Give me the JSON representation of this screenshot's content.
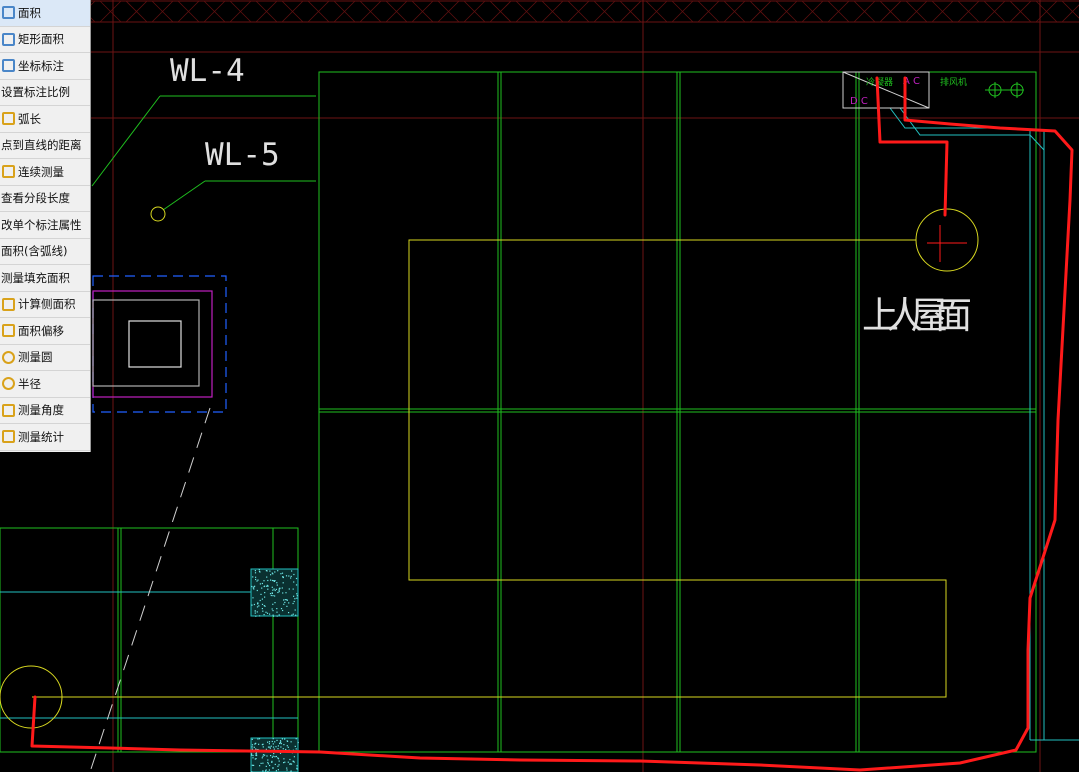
{
  "menu": {
    "items": [
      {
        "label": "面积",
        "icon": "area-icon",
        "color": "#4a86c8",
        "indent": "left:5px"
      },
      {
        "label": "矩形面积",
        "icon": "rect-area-icon",
        "color": "#4a86c8"
      },
      {
        "label": "坐标标注",
        "icon": "coordinate-icon",
        "color": "#4a86c8"
      },
      {
        "label": "设置标注比例",
        "icon": "",
        "color": ""
      },
      {
        "label": "弧长",
        "icon": "arc-icon",
        "color": "#d9a21b"
      },
      {
        "label": "点到直线的距离",
        "icon": "",
        "color": ""
      },
      {
        "label": "连续测量",
        "icon": "continuous-measure-icon",
        "color": "#d9a21b"
      },
      {
        "label": "查看分段长度",
        "icon": "",
        "color": ""
      },
      {
        "label": "改单个标注属性",
        "icon": "",
        "color": ""
      },
      {
        "label": "面积(含弧线)",
        "icon": "",
        "color": ""
      },
      {
        "label": "测量填充面积",
        "icon": "",
        "color": ""
      },
      {
        "label": "计算侧面积",
        "icon": "side-area-icon",
        "color": "#d9a21b"
      },
      {
        "label": "面积偏移",
        "icon": "area-offset-icon",
        "color": "#d9a21b"
      },
      {
        "label": "测量圆",
        "icon": "measure-circle-icon",
        "color": "#d9a21b"
      },
      {
        "label": "半径",
        "icon": "radius-icon",
        "color": "#d9a21b"
      },
      {
        "label": "测量角度",
        "icon": "angle-icon",
        "color": "#d9a21b"
      },
      {
        "label": "测量统计",
        "icon": "statistics-icon",
        "color": "#d9a21b"
      }
    ]
  },
  "drawing": {
    "labels": {
      "wl4": "WL-4",
      "wl5": "WL-5",
      "roof": "上人屋面",
      "ac_top": "A C",
      "ac_bottom": "D C",
      "yellow_label": "冷凝器",
      "green_label": "排风机"
    },
    "colors": {
      "background": "#000000",
      "green": "#1fbf1f",
      "yellow": "#d8d820",
      "red": "#ff1a1a",
      "cyan": "#22c0c0",
      "magenta": "#c020c0",
      "blue": "#2060ff",
      "white": "#e0e0e0",
      "gray": "#909090",
      "dark_red": "#7a1010"
    }
  }
}
